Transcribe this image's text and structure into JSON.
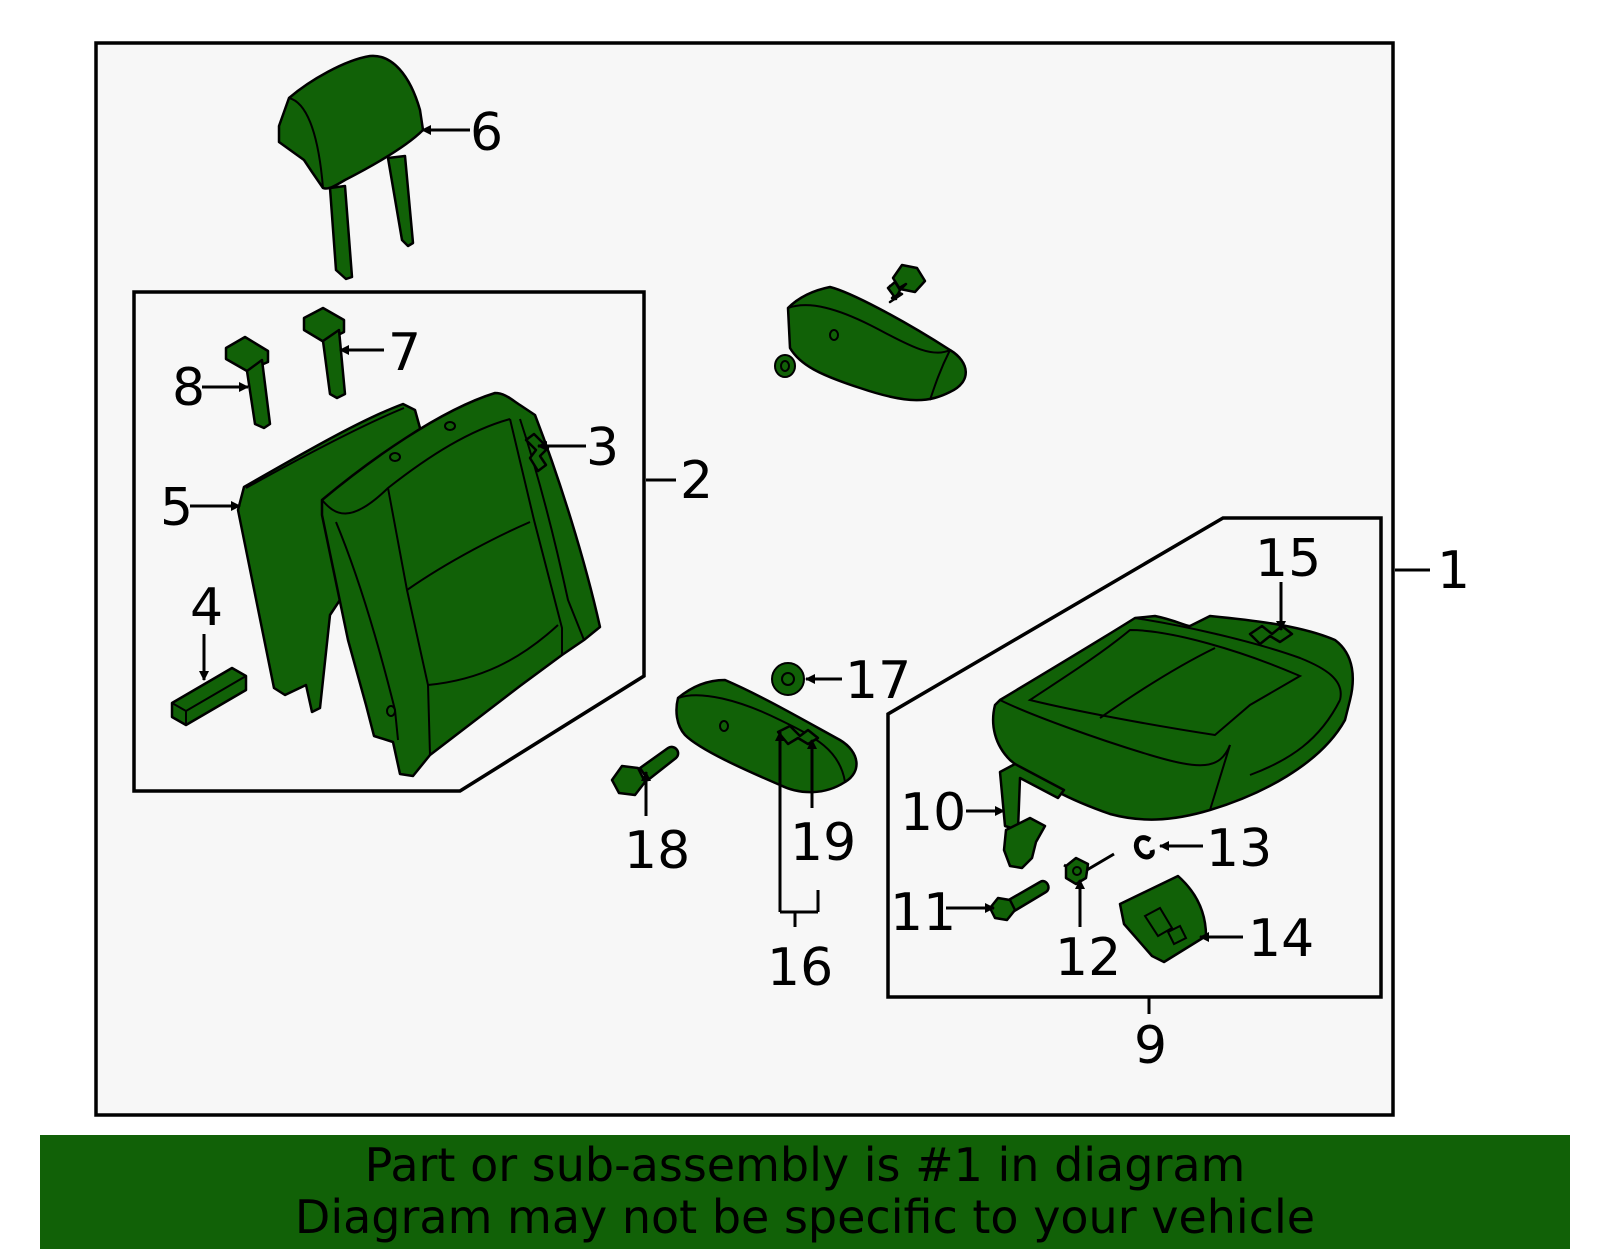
{
  "callouts": {
    "c1": "1",
    "c2": "2",
    "c3": "3",
    "c4": "4",
    "c5": "5",
    "c6": "6",
    "c7": "7",
    "c8": "8",
    "c9": "9",
    "c10": "10",
    "c11": "11",
    "c12": "12",
    "c13": "13",
    "c14": "14",
    "c15": "15",
    "c16": "16",
    "c17": "17",
    "c18": "18",
    "c19": "19"
  },
  "banner": {
    "line1": "Part or sub-assembly is #1 in diagram",
    "line2": "Diagram may not be specific to your vehicle"
  },
  "colors": {
    "part_fill": "#116107",
    "banner_bg": "#116107",
    "panel_bg": "#f7f7f7"
  }
}
